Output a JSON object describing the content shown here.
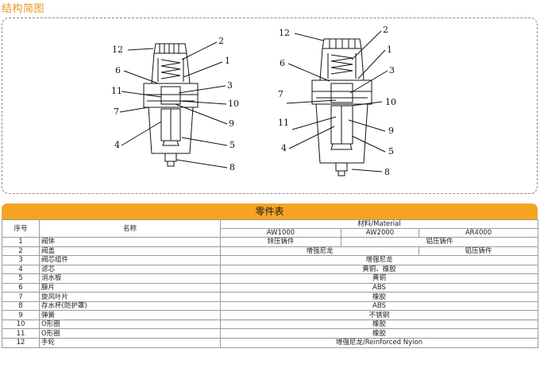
{
  "section_title": "结构简图",
  "diagram": {
    "left_labels": [
      "12",
      "2",
      "1",
      "6",
      "3",
      "11",
      "10",
      "7",
      "9",
      "4",
      "5",
      "8"
    ],
    "right_labels": [
      "12",
      "2",
      "1",
      "6",
      "3",
      "7",
      "10",
      "11",
      "9",
      "4",
      "5",
      "8"
    ]
  },
  "table": {
    "title": "零件表",
    "col_no": "序号",
    "col_name": "名称",
    "col_material": "材料/Material",
    "models": [
      "AW1000",
      "AW2000",
      "AR4000"
    ],
    "rows": [
      {
        "no": "1",
        "name": "阀体",
        "cells": [
          {
            "text": "锌压铸件",
            "span": 1
          },
          {
            "text": "铝压铸件",
            "span": 2
          }
        ]
      },
      {
        "no": "2",
        "name": "阀盖",
        "cells": [
          {
            "text": "增强尼龙",
            "span": 2
          },
          {
            "text": "铝压铸件",
            "span": 1
          }
        ]
      },
      {
        "no": "3",
        "name": "阀芯组件",
        "cells": [
          {
            "text": "增强尼龙",
            "span": 3
          }
        ]
      },
      {
        "no": "4",
        "name": "滤芯",
        "cells": [
          {
            "text": "黄铜、橡胶",
            "span": 3
          }
        ]
      },
      {
        "no": "5",
        "name": "消水板",
        "cells": [
          {
            "text": "黄铜",
            "span": 3
          }
        ]
      },
      {
        "no": "6",
        "name": "膜片",
        "cells": [
          {
            "text": "ABS",
            "span": 3
          }
        ]
      },
      {
        "no": "7",
        "name": "旋风叶片",
        "cells": [
          {
            "text": "橡胶",
            "span": 3
          }
        ]
      },
      {
        "no": "8",
        "name": "存水杯(防护罩)",
        "cells": [
          {
            "text": "ABS",
            "span": 3
          }
        ]
      },
      {
        "no": "9",
        "name": "弹簧",
        "cells": [
          {
            "text": "不锈钢",
            "span": 3
          }
        ]
      },
      {
        "no": "10",
        "name": "O形圈",
        "cells": [
          {
            "text": "橡胶",
            "span": 3
          }
        ]
      },
      {
        "no": "11",
        "name": "O形圈",
        "cells": [
          {
            "text": "橡胶",
            "span": 3
          }
        ]
      },
      {
        "no": "12",
        "name": "手轮",
        "cells": [
          {
            "text": "增强尼龙/Reinforced Nyion",
            "span": 3
          }
        ]
      }
    ]
  },
  "colors": {
    "accent": "#f4a421",
    "title": "#e8961c",
    "border": "#9a9a9a"
  }
}
